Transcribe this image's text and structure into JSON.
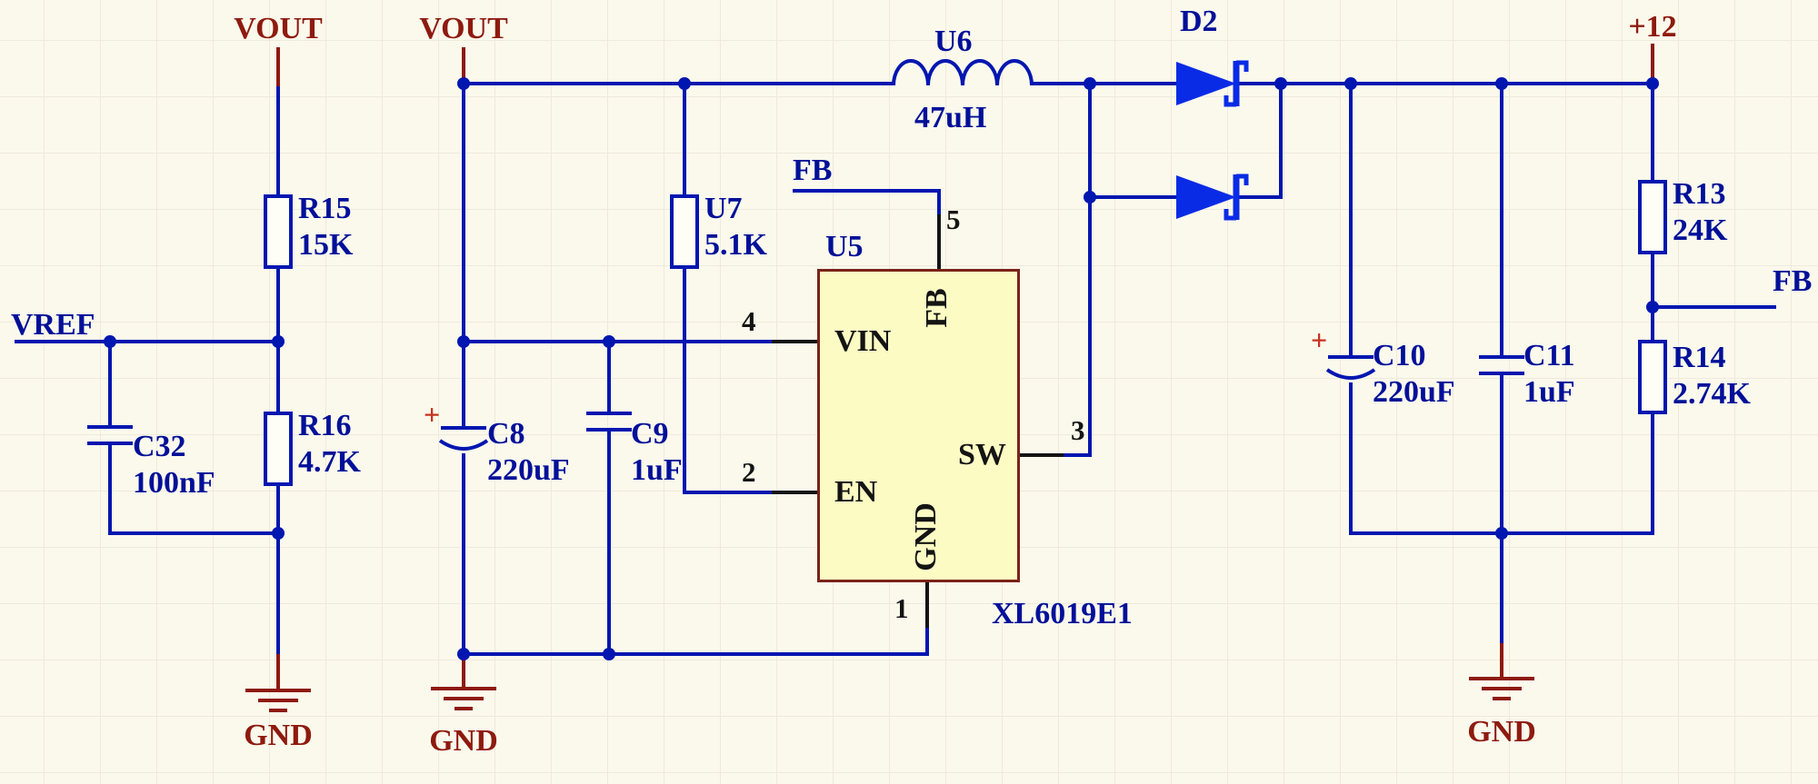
{
  "schematic": {
    "power_ports": {
      "vout_left": "VOUT",
      "vout_mid": "VOUT",
      "plus12": "+12",
      "gnd_left": "GND",
      "gnd_mid": "GND",
      "gnd_right": "GND"
    },
    "net_labels": {
      "vref": "VREF",
      "fb_ic": "FB",
      "fb_right": "FB"
    },
    "symbols": {
      "plus": "+"
    },
    "components": {
      "r15": {
        "ref": "R15",
        "value": "15K"
      },
      "r16": {
        "ref": "R16",
        "value": "4.7K"
      },
      "c32": {
        "ref": "C32",
        "value": "100nF"
      },
      "c8": {
        "ref": "C8",
        "value": "220uF"
      },
      "c9": {
        "ref": "C9",
        "value": "1uF"
      },
      "u7": {
        "ref": "U7",
        "value": "5.1K"
      },
      "u6": {
        "ref": "U6",
        "value": "47uH"
      },
      "d2": {
        "ref": "D2"
      },
      "c10": {
        "ref": "C10",
        "value": "220uF"
      },
      "c11": {
        "ref": "C11",
        "value": "1uF"
      },
      "r13": {
        "ref": "R13",
        "value": "24K"
      },
      "r14": {
        "ref": "R14",
        "value": "2.74K"
      },
      "u5": {
        "ref": "U5",
        "part": "XL6019E1",
        "pins": {
          "vin": {
            "num": "4",
            "name": "VIN"
          },
          "en": {
            "num": "2",
            "name": "EN"
          },
          "fb": {
            "num": "5",
            "name": "FB"
          },
          "sw": {
            "num": "3",
            "name": "SW"
          },
          "gnd": {
            "num": "1",
            "name": "GND"
          }
        }
      }
    },
    "colors": {
      "wire": "#0016b0",
      "power": "#8e1a0f",
      "diode": "#0a2be6",
      "ic_fill": "#fcfbc4",
      "ic_border": "#7a2317",
      "label": "#001099"
    }
  }
}
